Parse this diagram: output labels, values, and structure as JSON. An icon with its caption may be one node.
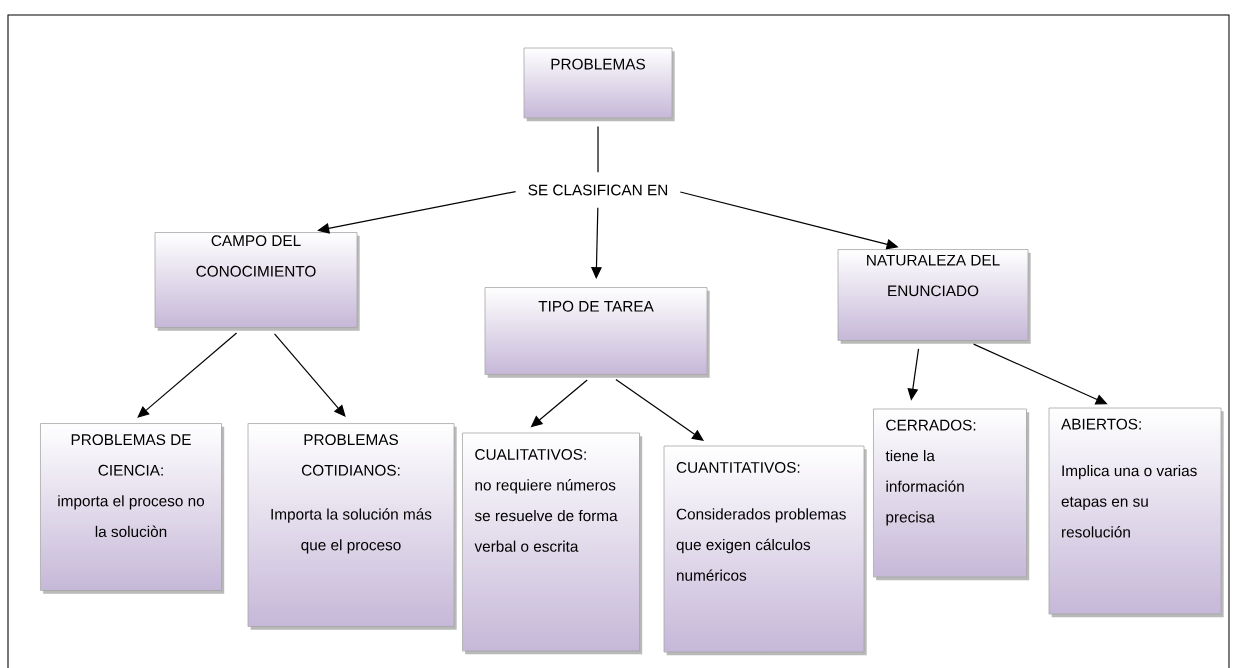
{
  "diagram": {
    "nodes": [
      {
        "text": [
          "PROBLEMAS"
        ]
      },
      {
        "text": [
          "SE CLASIFICAN EN"
        ]
      },
      {
        "text": [
          "CAMPO DEL CONOCIMIENTO"
        ]
      },
      {
        "text": [
          "TIPO DE TAREA"
        ]
      },
      {
        "text": [
          "NATURALEZA DEL ENUNCIADO"
        ]
      },
      {
        "text": [
          "PROBLEMAS DE CIENCIA:",
          "importa el proceso no la soluciòn"
        ]
      },
      {
        "text": [
          "PROBLEMAS COTIDIANOS:",
          "Importa la solución más que el proceso"
        ]
      },
      {
        "text": [
          "CUALITATIVOS:",
          "no requiere números se resuelve de forma verbal o escrita"
        ]
      },
      {
        "text": [
          "CUANTITATIVOS:",
          "Considerados problemas que exigen cálculos numéricos"
        ]
      },
      {
        "text": [
          "CERRADOS:",
          "tiene la información precisa"
        ]
      },
      {
        "text": [
          "ABIERTOS:",
          "Implica una o varias etapas en su resolución"
        ]
      }
    ],
    "edges": [
      {
        "from": 0,
        "to": 1,
        "arrow": "none"
      },
      {
        "from": 1,
        "to": 2,
        "arrow": "to"
      },
      {
        "from": 1,
        "to": 3,
        "arrow": "to"
      },
      {
        "from": 1,
        "to": 4,
        "arrow": "to"
      },
      {
        "from": 2,
        "to": 5,
        "arrow": "to"
      },
      {
        "from": 2,
        "to": 6,
        "arrow": "to"
      },
      {
        "from": 3,
        "to": 7,
        "arrow": "to"
      },
      {
        "from": 3,
        "to": 8,
        "arrow": "to"
      },
      {
        "from": 4,
        "to": 9,
        "arrow": "to"
      },
      {
        "from": 4,
        "to": 10,
        "arrow": "to"
      }
    ]
  }
}
